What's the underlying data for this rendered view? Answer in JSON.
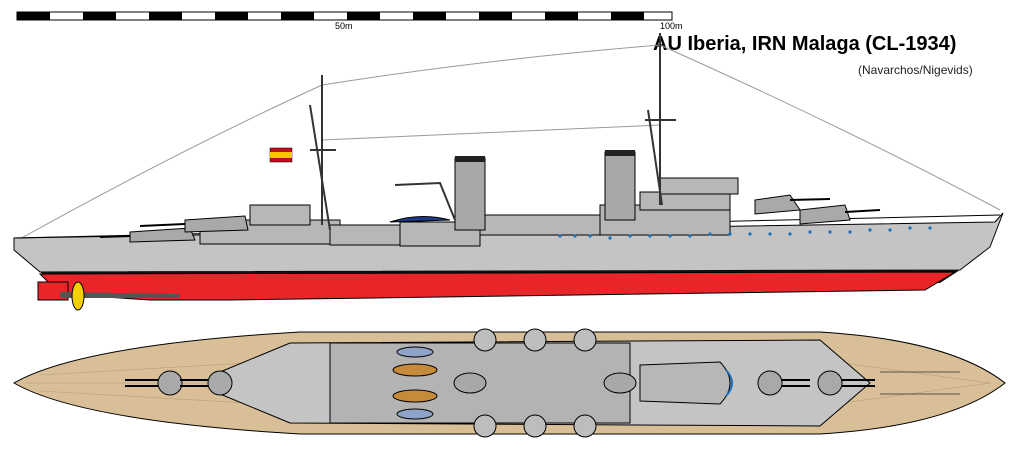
{
  "title": "AU Iberia, IRN Malaga (CL-1934)",
  "subtitle": "(Navarchos/Nigevids)",
  "scale": {
    "label_mid": "50m",
    "label_end": "100m"
  },
  "colors": {
    "hull_grey": "#c4c4c4",
    "deck_grey": "#a9a9a9",
    "antifouling_red": "#e8262a",
    "deck_wood": "#d8bf97",
    "propeller_yellow": "#f3d100",
    "porthole_blue": "#1d6fb8",
    "flag_red": "#c60b1e",
    "flag_yellow": "#ffc400"
  }
}
